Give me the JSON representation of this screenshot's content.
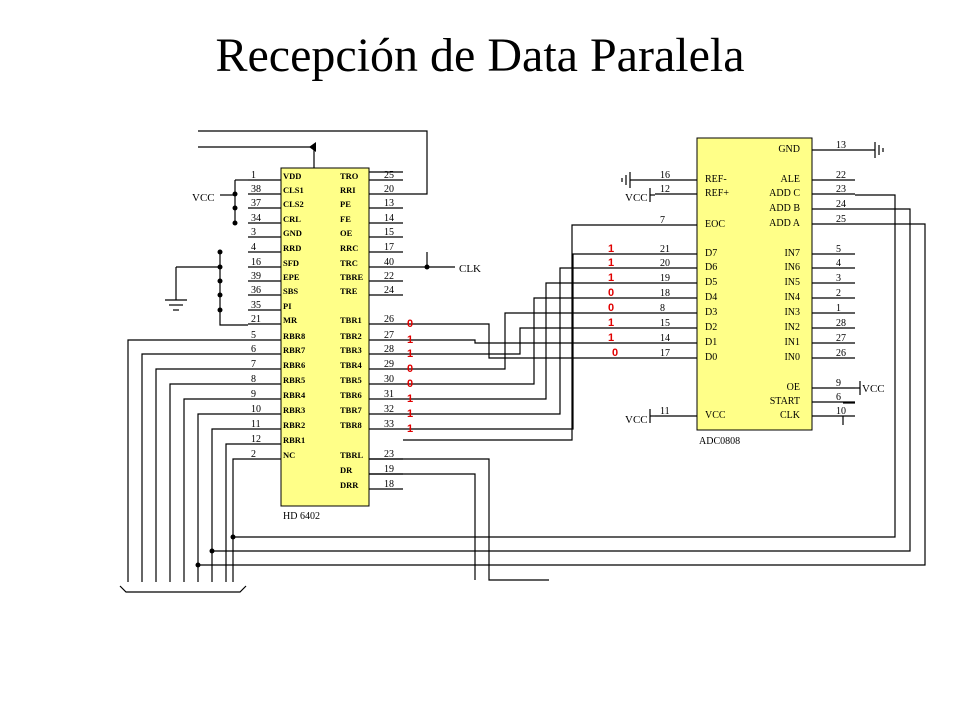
{
  "title": "Recepción de Data Paralela",
  "chips": {
    "uart": {
      "name": "HD 6402",
      "left_pins": [
        {
          "num": "1",
          "sig": "VDD"
        },
        {
          "num": "38",
          "sig": "CLS1"
        },
        {
          "num": "37",
          "sig": "CLS2"
        },
        {
          "num": "34",
          "sig": "CRL"
        },
        {
          "num": "3",
          "sig": "GND"
        },
        {
          "num": "4",
          "sig": "RRD"
        },
        {
          "num": "16",
          "sig": "SFD"
        },
        {
          "num": "39",
          "sig": "EPE"
        },
        {
          "num": "36",
          "sig": "SBS"
        },
        {
          "num": "35",
          "sig": "PI"
        },
        {
          "num": "21",
          "sig": "MR"
        },
        {
          "num": "5",
          "sig": "RBR8"
        },
        {
          "num": "6",
          "sig": "RBR7"
        },
        {
          "num": "7",
          "sig": "RBR6"
        },
        {
          "num": "8",
          "sig": "RBR5"
        },
        {
          "num": "9",
          "sig": "RBR4"
        },
        {
          "num": "10",
          "sig": "RBR3"
        },
        {
          "num": "11",
          "sig": "RBR2"
        },
        {
          "num": "12",
          "sig": "RBR1"
        },
        {
          "num": "2",
          "sig": "NC"
        }
      ],
      "right_pins": [
        {
          "num": "25",
          "sig": "TRO"
        },
        {
          "num": "20",
          "sig": "RRI"
        },
        {
          "num": "13",
          "sig": "PE"
        },
        {
          "num": "14",
          "sig": "FE"
        },
        {
          "num": "15",
          "sig": "OE"
        },
        {
          "num": "17",
          "sig": "RRC"
        },
        {
          "num": "40",
          "sig": "TRC"
        },
        {
          "num": "22",
          "sig": "TBRE"
        },
        {
          "num": "24",
          "sig": "TRE"
        },
        {
          "num": "",
          "sig": ""
        },
        {
          "num": "26",
          "sig": "TBR1"
        },
        {
          "num": "27",
          "sig": "TBR2"
        },
        {
          "num": "28",
          "sig": "TBR3"
        },
        {
          "num": "29",
          "sig": "TBR4"
        },
        {
          "num": "30",
          "sig": "TBR5"
        },
        {
          "num": "31",
          "sig": "TBR6"
        },
        {
          "num": "32",
          "sig": "TBR7"
        },
        {
          "num": "33",
          "sig": "TBR8"
        },
        {
          "num": "",
          "sig": ""
        },
        {
          "num": "23",
          "sig": "TBRL"
        },
        {
          "num": "19",
          "sig": "DR"
        },
        {
          "num": "18",
          "sig": "DRR"
        }
      ],
      "bits": [
        "0",
        "1",
        "1",
        "0",
        "0",
        "1",
        "1",
        "1"
      ]
    },
    "adc": {
      "name": "ADC0808",
      "left_pins": [
        {
          "num": "16",
          "sig": "REF-"
        },
        {
          "num": "12",
          "sig": "REF+"
        },
        {
          "num": "7",
          "sig": "EOC"
        },
        {
          "num": "21",
          "sig": "D7"
        },
        {
          "num": "20",
          "sig": "D6"
        },
        {
          "num": "19",
          "sig": "D5"
        },
        {
          "num": "18",
          "sig": "D4"
        },
        {
          "num": "8",
          "sig": "D3"
        },
        {
          "num": "15",
          "sig": "D2"
        },
        {
          "num": "14",
          "sig": "D1"
        },
        {
          "num": "17",
          "sig": "D0"
        },
        {
          "num": "11",
          "sig": "VCC"
        }
      ],
      "right_pins": [
        {
          "num": "13",
          "sig": "GND"
        },
        {
          "num": "22",
          "sig": "ALE"
        },
        {
          "num": "23",
          "sig": "ADD C"
        },
        {
          "num": "24",
          "sig": "ADD B"
        },
        {
          "num": "25",
          "sig": "ADD A"
        },
        {
          "num": "5",
          "sig": "IN7"
        },
        {
          "num": "4",
          "sig": "IN6"
        },
        {
          "num": "3",
          "sig": "IN5"
        },
        {
          "num": "2",
          "sig": "IN4"
        },
        {
          "num": "1",
          "sig": "IN3"
        },
        {
          "num": "28",
          "sig": "IN2"
        },
        {
          "num": "27",
          "sig": "IN1"
        },
        {
          "num": "26",
          "sig": "IN0"
        },
        {
          "num": "9",
          "sig": "OE"
        },
        {
          "num": "6",
          "sig": "START"
        },
        {
          "num": "10",
          "sig": "CLK"
        }
      ],
      "bits": [
        "1",
        "1",
        "1",
        "0",
        "0",
        "1",
        "1",
        "0"
      ]
    }
  },
  "labels": {
    "vcc": "VCC",
    "clk": "CLK"
  }
}
